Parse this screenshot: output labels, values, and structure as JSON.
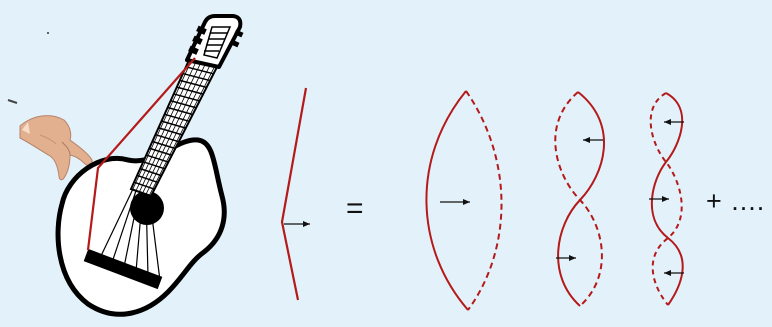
{
  "equation": {
    "equals": "=",
    "continuation": "+ ...."
  },
  "colors": {
    "background": "#e3f2fa",
    "string": "#b51a1a",
    "ink": "#111111",
    "skin": "#e2b08f"
  },
  "icons": {
    "plucking_hand": "hand-icon",
    "instrument": "guitar-icon"
  },
  "harmonics": [
    {
      "mode": 1
    },
    {
      "mode": 2
    },
    {
      "mode": 3
    }
  ]
}
